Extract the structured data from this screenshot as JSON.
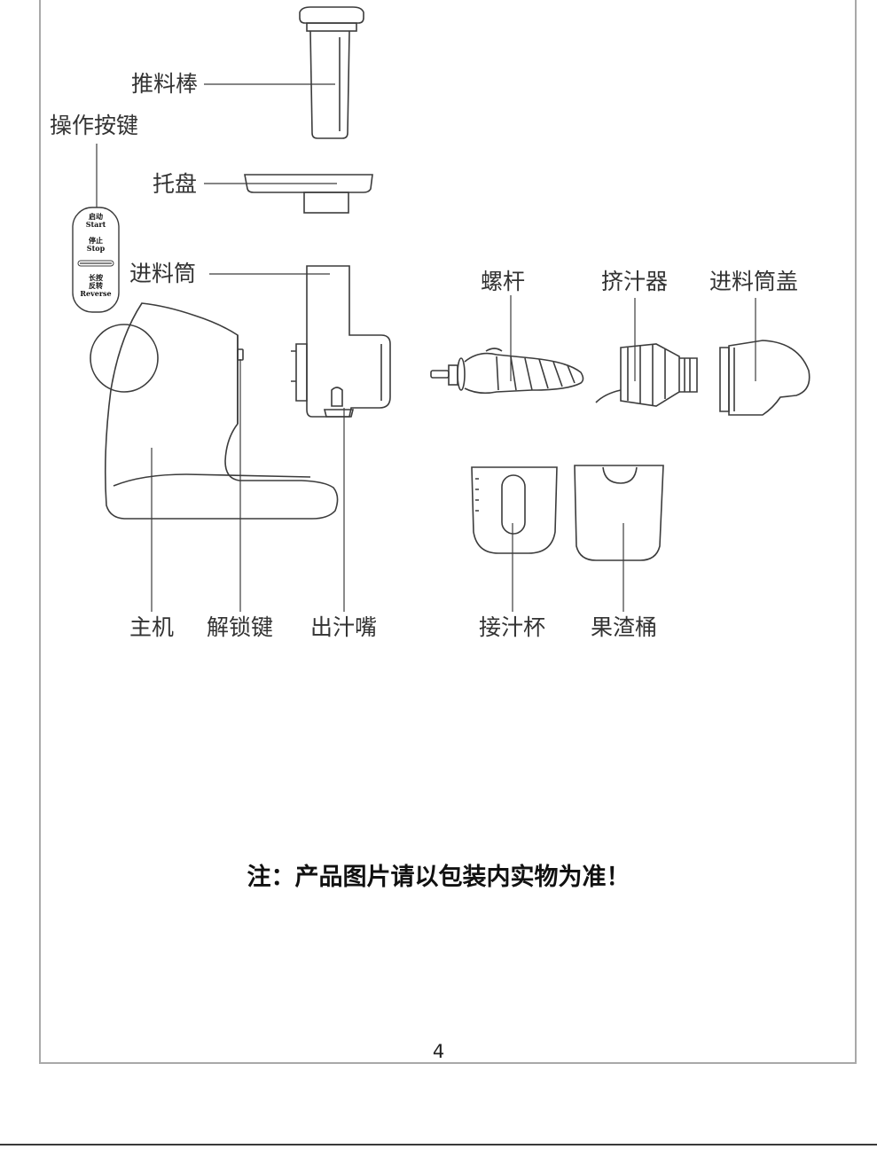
{
  "labels": {
    "pusher": "推料棒",
    "control_buttons": "操作按键",
    "tray": "托盘",
    "feed_tube": "进料筒",
    "screw": "螺杆",
    "squeezer": "挤汁器",
    "feed_tube_cover": "进料筒盖",
    "main_unit": "主机",
    "unlock_key": "解锁键",
    "juice_spout": "出汁嘴",
    "juice_cup": "接汁杯",
    "pulp_bin": "果渣桶"
  },
  "buttons": {
    "start_cn": "启动",
    "start_en": "Start",
    "stop_cn": "停止",
    "stop_en": "Stop",
    "reverse_cn1": "长按",
    "reverse_cn2": "反转",
    "reverse_en": "Reverse"
  },
  "note": "注：产品图片请以包装内实物为准！",
  "page_number": "4"
}
